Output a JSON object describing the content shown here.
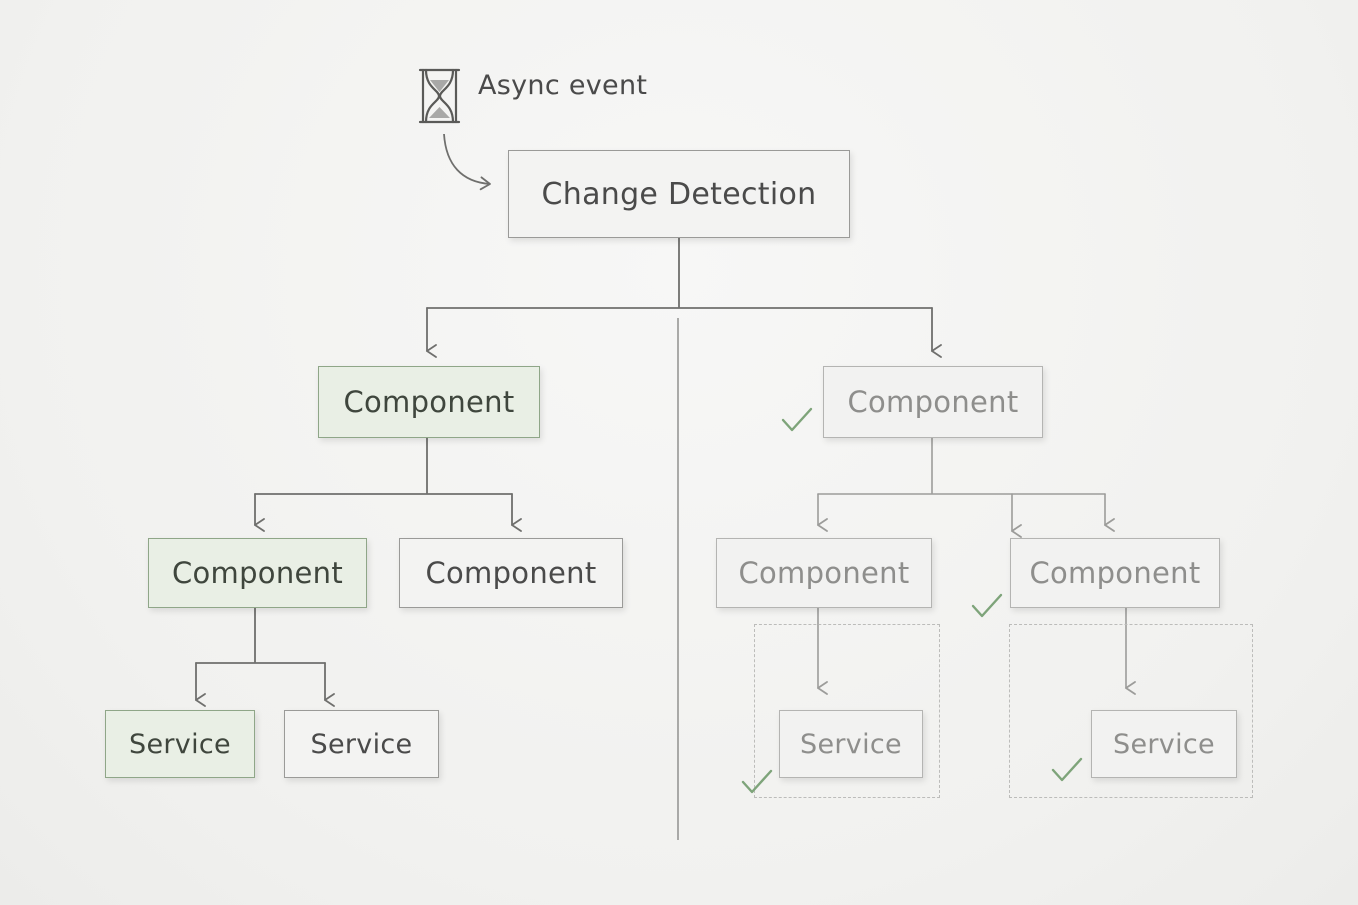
{
  "event": {
    "label": "Async event",
    "icon": "hourglass-icon"
  },
  "root": {
    "label": "Change Detection"
  },
  "left": {
    "component": {
      "label": "Component",
      "state": "checked-highlight"
    },
    "child_a": {
      "label": "Component",
      "state": "checked-highlight"
    },
    "child_b": {
      "label": "Component"
    },
    "service_a": {
      "label": "Service",
      "state": "checked-highlight"
    },
    "service_b": {
      "label": "Service"
    }
  },
  "right": {
    "component": {
      "label": "Component",
      "state": "skipped"
    },
    "child_a": {
      "label": "Component",
      "state": "skipped"
    },
    "child_b": {
      "label": "Component",
      "state": "skipped"
    },
    "service_a": {
      "label": "Service",
      "state": "skipped"
    },
    "service_b": {
      "label": "Service",
      "state": "skipped"
    }
  },
  "colors": {
    "line": "#6f6f6d",
    "muted_line": "#a8a8a6",
    "highlight_fill": "#e9efe5",
    "check": "#7ea47a"
  }
}
